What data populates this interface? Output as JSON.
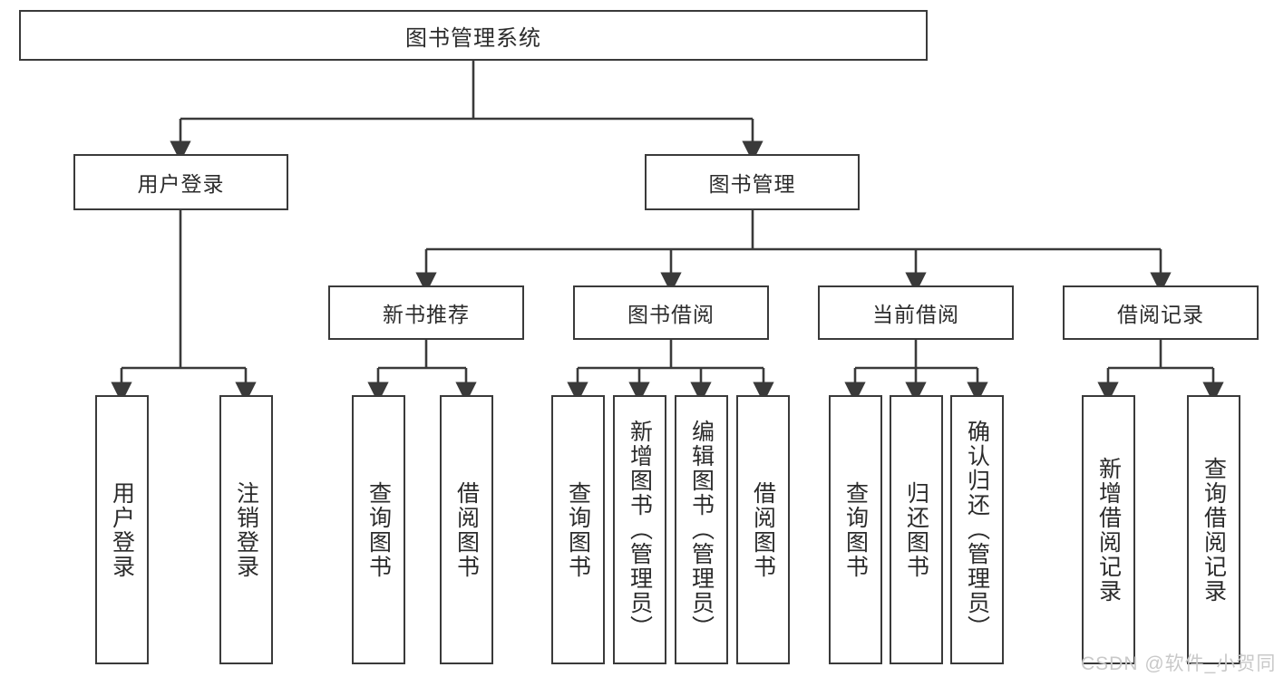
{
  "diagram": {
    "title": "图书管理系统",
    "root": {
      "label": "图书管理系统"
    },
    "level1": [
      {
        "label": "用户登录"
      },
      {
        "label": "图书管理"
      }
    ],
    "level2": [
      {
        "label": "新书推荐"
      },
      {
        "label": "图书借阅"
      },
      {
        "label": "当前借阅"
      },
      {
        "label": "借阅记录"
      }
    ],
    "leaves": {
      "user_login": [
        {
          "label": "用户登录"
        },
        {
          "label": "注销登录"
        }
      ],
      "new_book_recommend": [
        {
          "label": "查询图书"
        },
        {
          "label": "借阅图书"
        }
      ],
      "book_borrow": [
        {
          "label": "查询图书"
        },
        {
          "label": "新增图书（管理员）"
        },
        {
          "label": "编辑图书（管理员）"
        },
        {
          "label": "借阅图书"
        }
      ],
      "current_borrow": [
        {
          "label": "查询图书"
        },
        {
          "label": "归还图书"
        },
        {
          "label": "确认归还（管理员）"
        }
      ],
      "borrow_record": [
        {
          "label": "新增借阅记录"
        },
        {
          "label": "查询借阅记录"
        }
      ]
    },
    "watermark": "CSDN @软件_小贺同学",
    "colors": {
      "stroke": "#3a3a3a",
      "fill": "#ffffff",
      "text": "#2b2b2b",
      "watermark": "#c9c9c9"
    }
  }
}
